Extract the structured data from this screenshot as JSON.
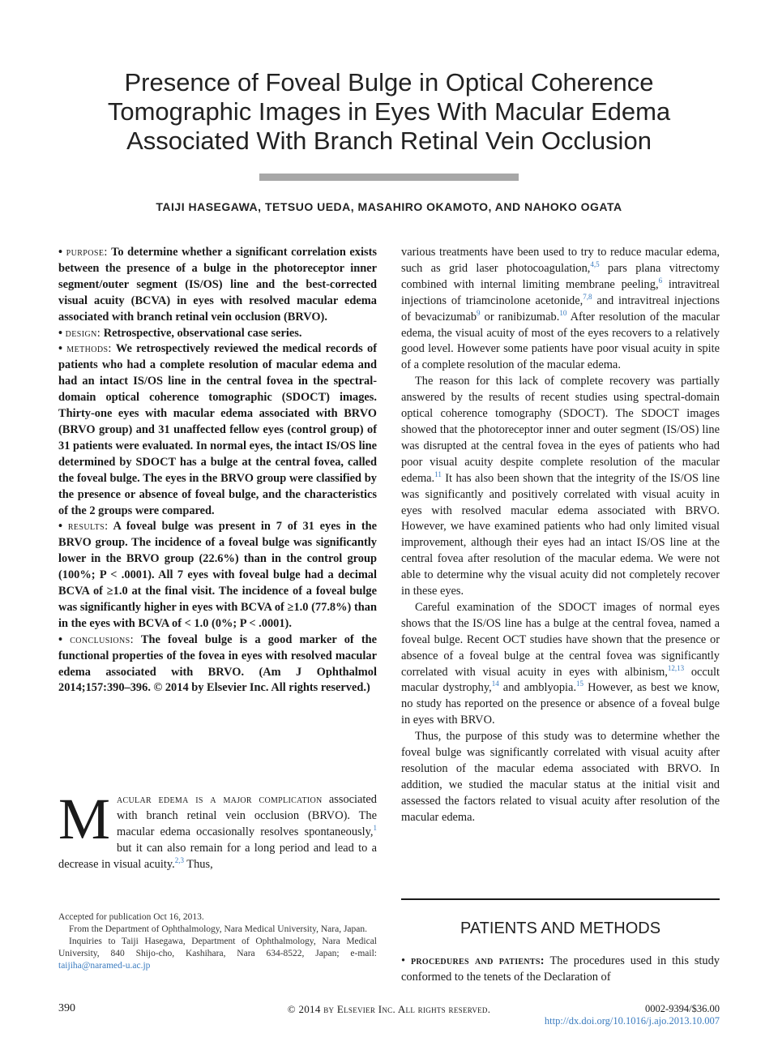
{
  "article": {
    "title_lines": [
      "Presence of Foveal Bulge in Optical Coherence",
      "Tomographic Images in Eyes With Macular Edema",
      "Associated With Branch Retinal Vein Occlusion"
    ],
    "authors": "TAIJI HASEGAWA, TETSUO UEDA, MASAHIRO OKAMOTO, AND NAHOKO OGATA"
  },
  "abstract": {
    "purpose_label": "purpose:",
    "purpose": "To determine whether a significant correlation exists between the presence of a bulge in the photoreceptor inner segment/outer segment (IS/OS) line and the best-corrected visual acuity (BCVA) in eyes with resolved macular edema associated with branch retinal vein occlusion (BRVO).",
    "design_label": "design:",
    "design": "Retrospective, observational case series.",
    "methods_label": "methods:",
    "methods": "We retrospectively reviewed the medical records of patients who had a complete resolution of macular edema and had an intact IS/OS line in the central fovea in the spectral-domain optical coherence tomographic (SDOCT) images. Thirty-one eyes with macular edema associated with BRVO (BRVO group) and 31 unaffected fellow eyes (control group) of 31 patients were evaluated. In normal eyes, the intact IS/OS line determined by SDOCT has a bulge at the central fovea, called the foveal bulge. The eyes in the BRVO group were classified by the presence or absence of foveal bulge, and the characteristics of the 2 groups were compared.",
    "results_label": "results:",
    "results": "A foveal bulge was present in 7 of 31 eyes in the BRVO group. The incidence of a foveal bulge was significantly lower in the BRVO group (22.6%) than in the control group (100%; P < .0001). All 7 eyes with foveal bulge had a decimal BCVA of ≥1.0 at the final visit. The incidence of a foveal bulge was significantly higher in eyes with BCVA of ≥1.0 (77.8%) than in the eyes with BCVA of < 1.0 (0%; P < .0001).",
    "conclusions_label": "conclusions:",
    "conclusions": "The foveal bulge is a good marker of the functional properties of the fovea in eyes with resolved macular edema associated with BRVO.",
    "citation": "(Am J Ophthalmol 2014;157:390–396. © 2014 by Elsevier Inc. All rights reserved.)"
  },
  "intro": {
    "dropcap": "M",
    "lead_caps": "acular edema is a major complication",
    "text_1": " associated with branch retinal vein occlusion (BRVO). The macular edema occasionally resolves spontaneously,",
    "ref_1": "1",
    "text_2": " but it can also remain for a long period and lead to a decrease in visual acuity.",
    "ref_2": "2,3",
    "text_3": " Thus,"
  },
  "right": {
    "p1": [
      "various treatments have been used to try to reduce macular edema, such as grid laser photocoagulation,",
      "4,5",
      " pars plana vitrectomy combined with internal limiting membrane peeling,",
      "6",
      " intravitreal injections of triamcinolone acetonide,",
      "7,8",
      " and intravitreal injections of bevacizumab",
      "9",
      " or ranibizumab.",
      "10",
      " After resolution of the macular edema, the visual acuity of most of the eyes recovers to a relatively good level. However some patients have poor visual acuity in spite of a complete resolution of the macular edema."
    ],
    "p2": [
      "The reason for this lack of complete recovery was partially answered by the results of recent studies using spectral-domain optical coherence tomography (SDOCT). The SDOCT images showed that the photoreceptor inner and outer segment (IS/OS) line was disrupted at the central fovea in the eyes of patients who had poor visual acuity despite complete resolution of the macular edema.",
      "11",
      " It has also been shown that the integrity of the IS/OS line was significantly and positively correlated with visual acuity in eyes with resolved macular edema associated with BRVO. However, we have examined patients who had only limited visual improvement, although their eyes had an intact IS/OS line at the central fovea after resolution of the macular edema. We were not able to determine why the visual acuity did not completely recover in these eyes."
    ],
    "p3": [
      "Careful examination of the SDOCT images of normal eyes shows that the IS/OS line has a bulge at the central fovea, named a foveal bulge. Recent OCT studies have shown that the presence or absence of a foveal bulge at the central fovea was significantly correlated with visual acuity in eyes with albinism,",
      "12,13",
      " occult macular dystrophy,",
      "14",
      " and amblyopia.",
      "15",
      " However, as best we know, no study has reported on the presence or absence of a foveal bulge in eyes with BRVO."
    ],
    "p4": "Thus, the purpose of this study was to determine whether the foveal bulge was significantly correlated with visual acuity after resolution of the macular edema associated with BRVO. In addition, we studied the macular status at the initial visit and assessed the factors related to visual acuity after resolution of the macular edema.",
    "section_heading": "PATIENTS AND METHODS",
    "proc_label": "procedures and patients:",
    "proc_text": "The procedures used in this study conformed to the tenets of the Declaration of"
  },
  "footnotes": {
    "accepted": "Accepted for publication Oct 16, 2013.",
    "from": "From the Department of Ophthalmology, Nara Medical University, Nara, Japan.",
    "inquiries": "Inquiries to Taiji Hasegawa, Department of Ophthalmology, Nara Medical University, 840 Shijo-cho, Kashihara, Nara 634-8522, Japan; e-mail: ",
    "email": "taijiha@naramed-u.ac.jp"
  },
  "footer": {
    "page_number": "390",
    "copyright": "© 2014 by Elsevier Inc. All rights reserved.",
    "issn": "0002-9394/$36.00",
    "doi": "http://dx.doi.org/10.1016/j.ajo.2013.10.007"
  }
}
